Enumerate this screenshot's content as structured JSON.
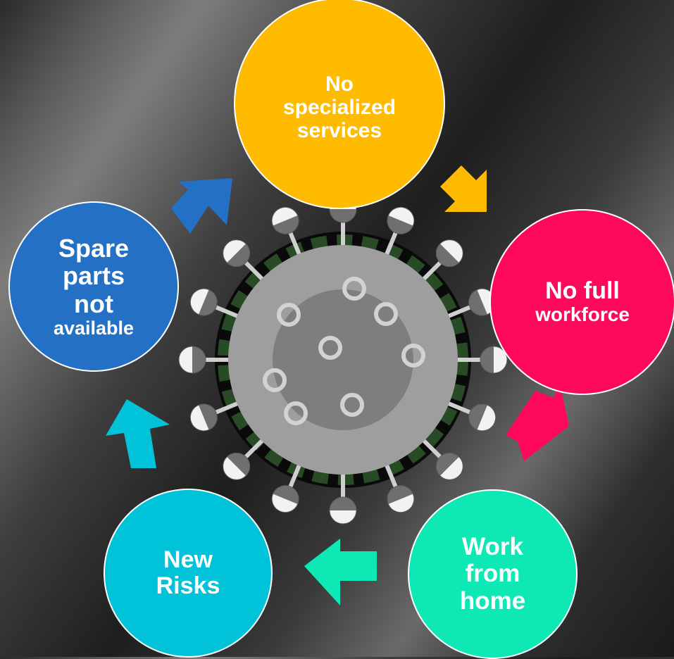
{
  "nodes": [
    {
      "id": "specialized",
      "lines": [
        "No",
        "specialized",
        "services"
      ],
      "color": "#ffbb00"
    },
    {
      "id": "workforce",
      "lines": [
        "No full",
        "workforce"
      ],
      "color": "#ff0a5a"
    },
    {
      "id": "home",
      "lines": [
        "Work",
        "from",
        "home"
      ],
      "color": "#0ee8b4"
    },
    {
      "id": "risks",
      "lines": [
        "New",
        "Risks"
      ],
      "color": "#00c2d8"
    },
    {
      "id": "spare",
      "lines": [
        "Spare",
        "parts",
        "not",
        "available"
      ],
      "color": "#2470c4"
    }
  ],
  "virus": {
    "body_color": "#9e9e9e",
    "inner_color": "#7e7e7e",
    "ring_color": "#0a0a0a",
    "foliage_color": "#2f5a2c",
    "spike_color": "#cfcfcf",
    "knob_light": "#f2f2f2",
    "knob_dark": "#6f6f6f"
  },
  "icons": [
    "virus-icon",
    "arrow-icon"
  ]
}
